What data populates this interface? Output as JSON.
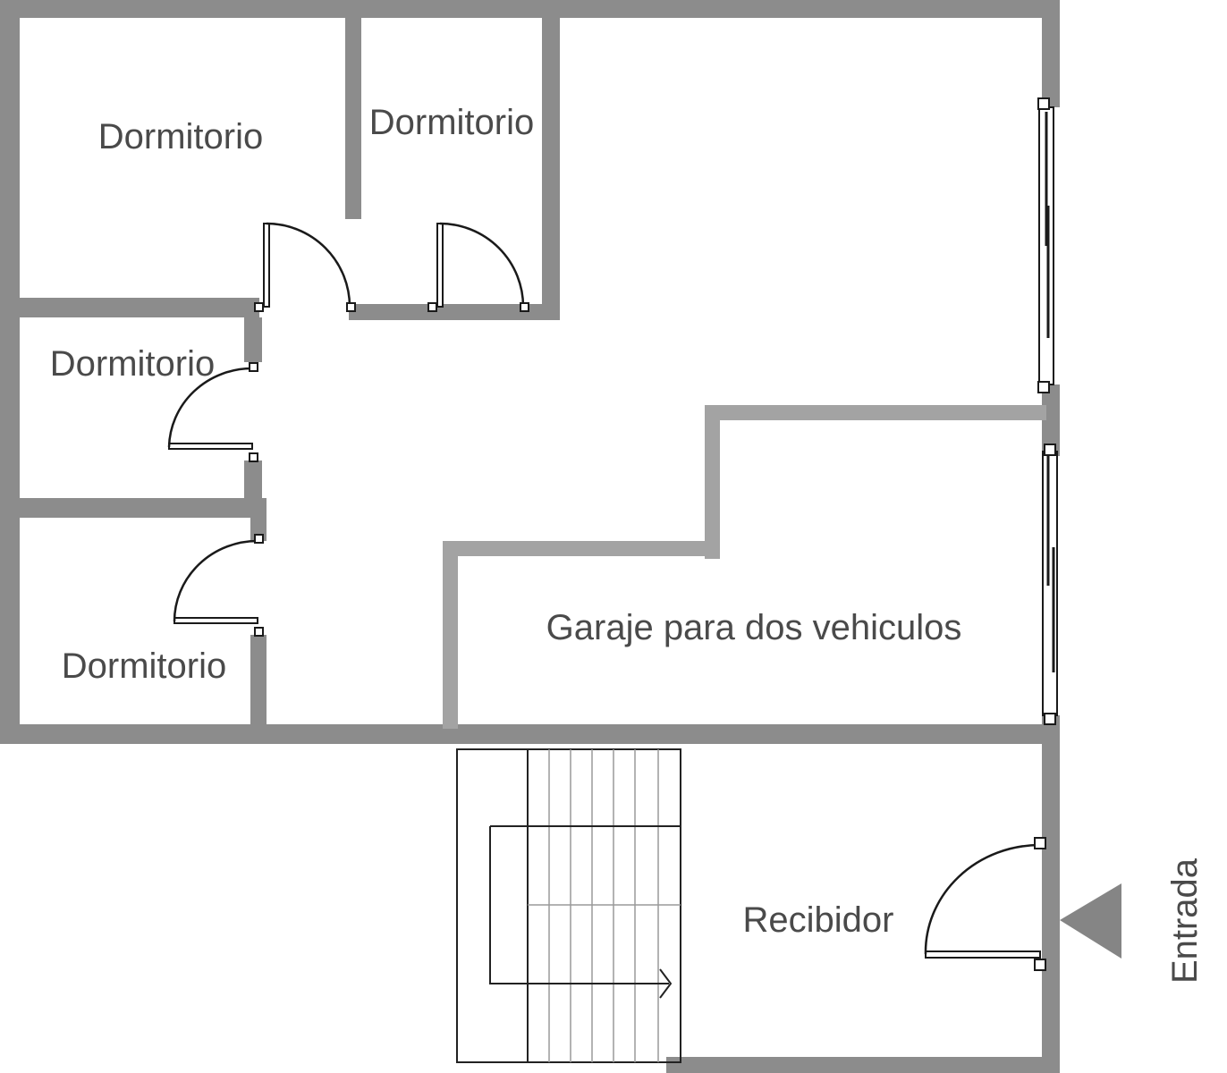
{
  "rooms": {
    "dormitorio_1": "Dormitorio",
    "dormitorio_2": "Dormitorio",
    "dormitorio_3": "Dormitorio",
    "dormitorio_4": "Dormitorio",
    "garaje": "Garaje para dos vehiculos",
    "recibidor": "Recibidor"
  },
  "entrance": {
    "label": "Entrada",
    "icon": "triangle-arrow-icon"
  },
  "colors": {
    "wall": "#8c8c8c",
    "wall_light": "#a3a3a3",
    "label": "#4a4a4a",
    "line": "#1a1a1a"
  }
}
